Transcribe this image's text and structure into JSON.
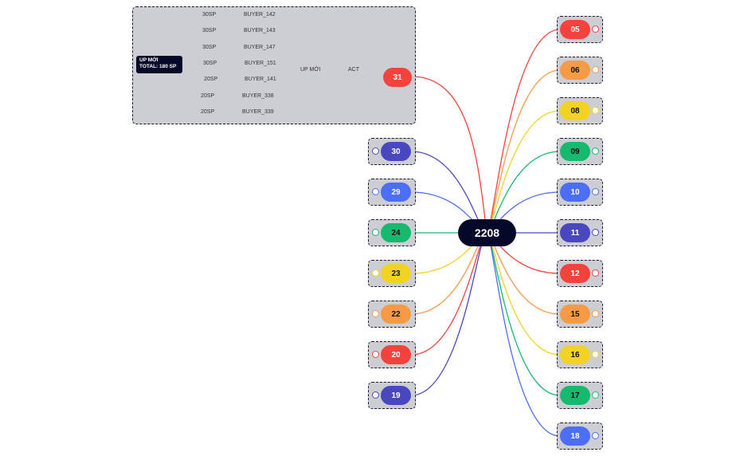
{
  "center": {
    "label": "2208",
    "color": "#06082a"
  },
  "summary": {
    "title": "UP MỚI",
    "total": "TOTAL: 180 SP"
  },
  "breakdown": [
    {
      "qty": "30SP",
      "buyer": "BUYER_142"
    },
    {
      "qty": "30SP",
      "buyer": "BUYER_143"
    },
    {
      "qty": "30SP",
      "buyer": "BUYER_147"
    },
    {
      "qty": "30SP",
      "buyer": "BUYER_151"
    },
    {
      "qty": "20SP",
      "buyer": "BUYER_141"
    },
    {
      "qty": "20SP",
      "buyer": "BUYER_338"
    },
    {
      "qty": "20SP",
      "buyer": "BUYER_339"
    }
  ],
  "branch_labels": {
    "up_moi": "UP MỚI",
    "act": "ACT"
  },
  "top_node": {
    "label": "31",
    "color": "#f4433c"
  },
  "left_nodes": [
    {
      "label": "30",
      "color": "#4a48bf"
    },
    {
      "label": "29",
      "color": "#4b6ef5"
    },
    {
      "label": "24",
      "color": "#17b96e"
    },
    {
      "label": "23",
      "color": "#f2d323"
    },
    {
      "label": "22",
      "color": "#f79a46"
    },
    {
      "label": "20",
      "color": "#f4433c"
    },
    {
      "label": "19",
      "color": "#4a48bf"
    }
  ],
  "right_nodes": [
    {
      "label": "05",
      "color": "#f4433c"
    },
    {
      "label": "06",
      "color": "#f79a46"
    },
    {
      "label": "08",
      "color": "#f2d323"
    },
    {
      "label": "09",
      "color": "#17b96e"
    },
    {
      "label": "10",
      "color": "#4b6ef5"
    },
    {
      "label": "11",
      "color": "#4a48bf"
    },
    {
      "label": "12",
      "color": "#f4433c"
    },
    {
      "label": "15",
      "color": "#f79a46"
    },
    {
      "label": "16",
      "color": "#f2d323"
    },
    {
      "label": "17",
      "color": "#17b96e"
    },
    {
      "label": "18",
      "color": "#4b6ef5"
    }
  ]
}
